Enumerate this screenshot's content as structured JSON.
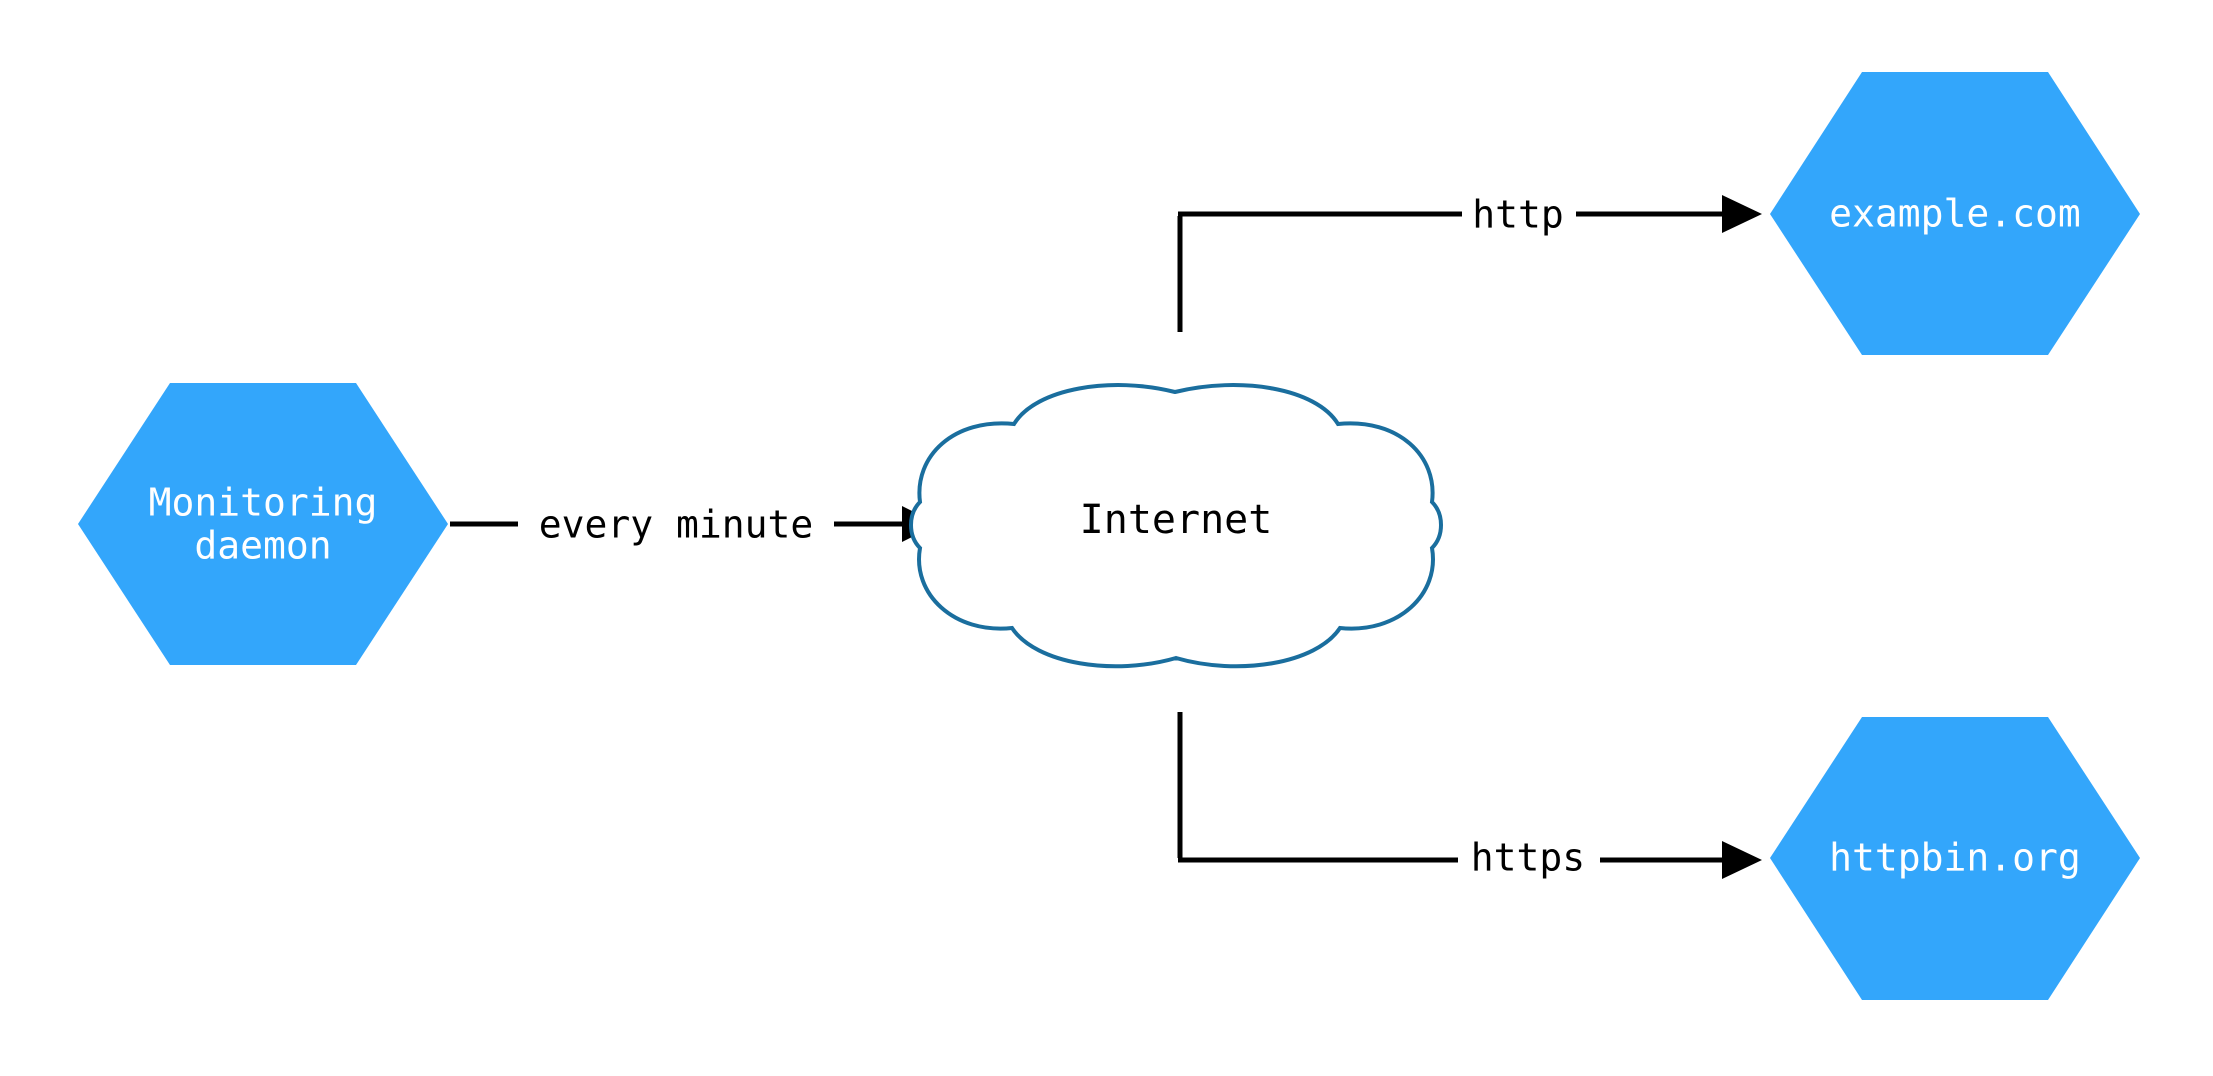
{
  "diagram": {
    "type": "network-flow-diagram",
    "background_color": "#ffffff",
    "node_fill_color": "#33a6fb",
    "node_text_color": "#ffffff",
    "cloud_stroke_color": "#1a6e9e",
    "edge_color": "#000000",
    "nodes": [
      {
        "id": "monitoring-daemon",
        "shape": "hexagon",
        "label_line_1": "Monitoring",
        "label_line_2": "daemon"
      },
      {
        "id": "internet",
        "shape": "cloud",
        "label": "Internet"
      },
      {
        "id": "example-com",
        "shape": "hexagon",
        "label": "example.com"
      },
      {
        "id": "httpbin-org",
        "shape": "hexagon",
        "label": "httpbin.org"
      }
    ],
    "edges": [
      {
        "id": "daemon-to-internet",
        "from": "monitoring-daemon",
        "to": "internet",
        "label": "every minute"
      },
      {
        "id": "internet-to-example",
        "from": "internet",
        "to": "example-com",
        "label": "http"
      },
      {
        "id": "internet-to-httpbin",
        "from": "internet",
        "to": "httpbin-org",
        "label": "https"
      }
    ]
  }
}
